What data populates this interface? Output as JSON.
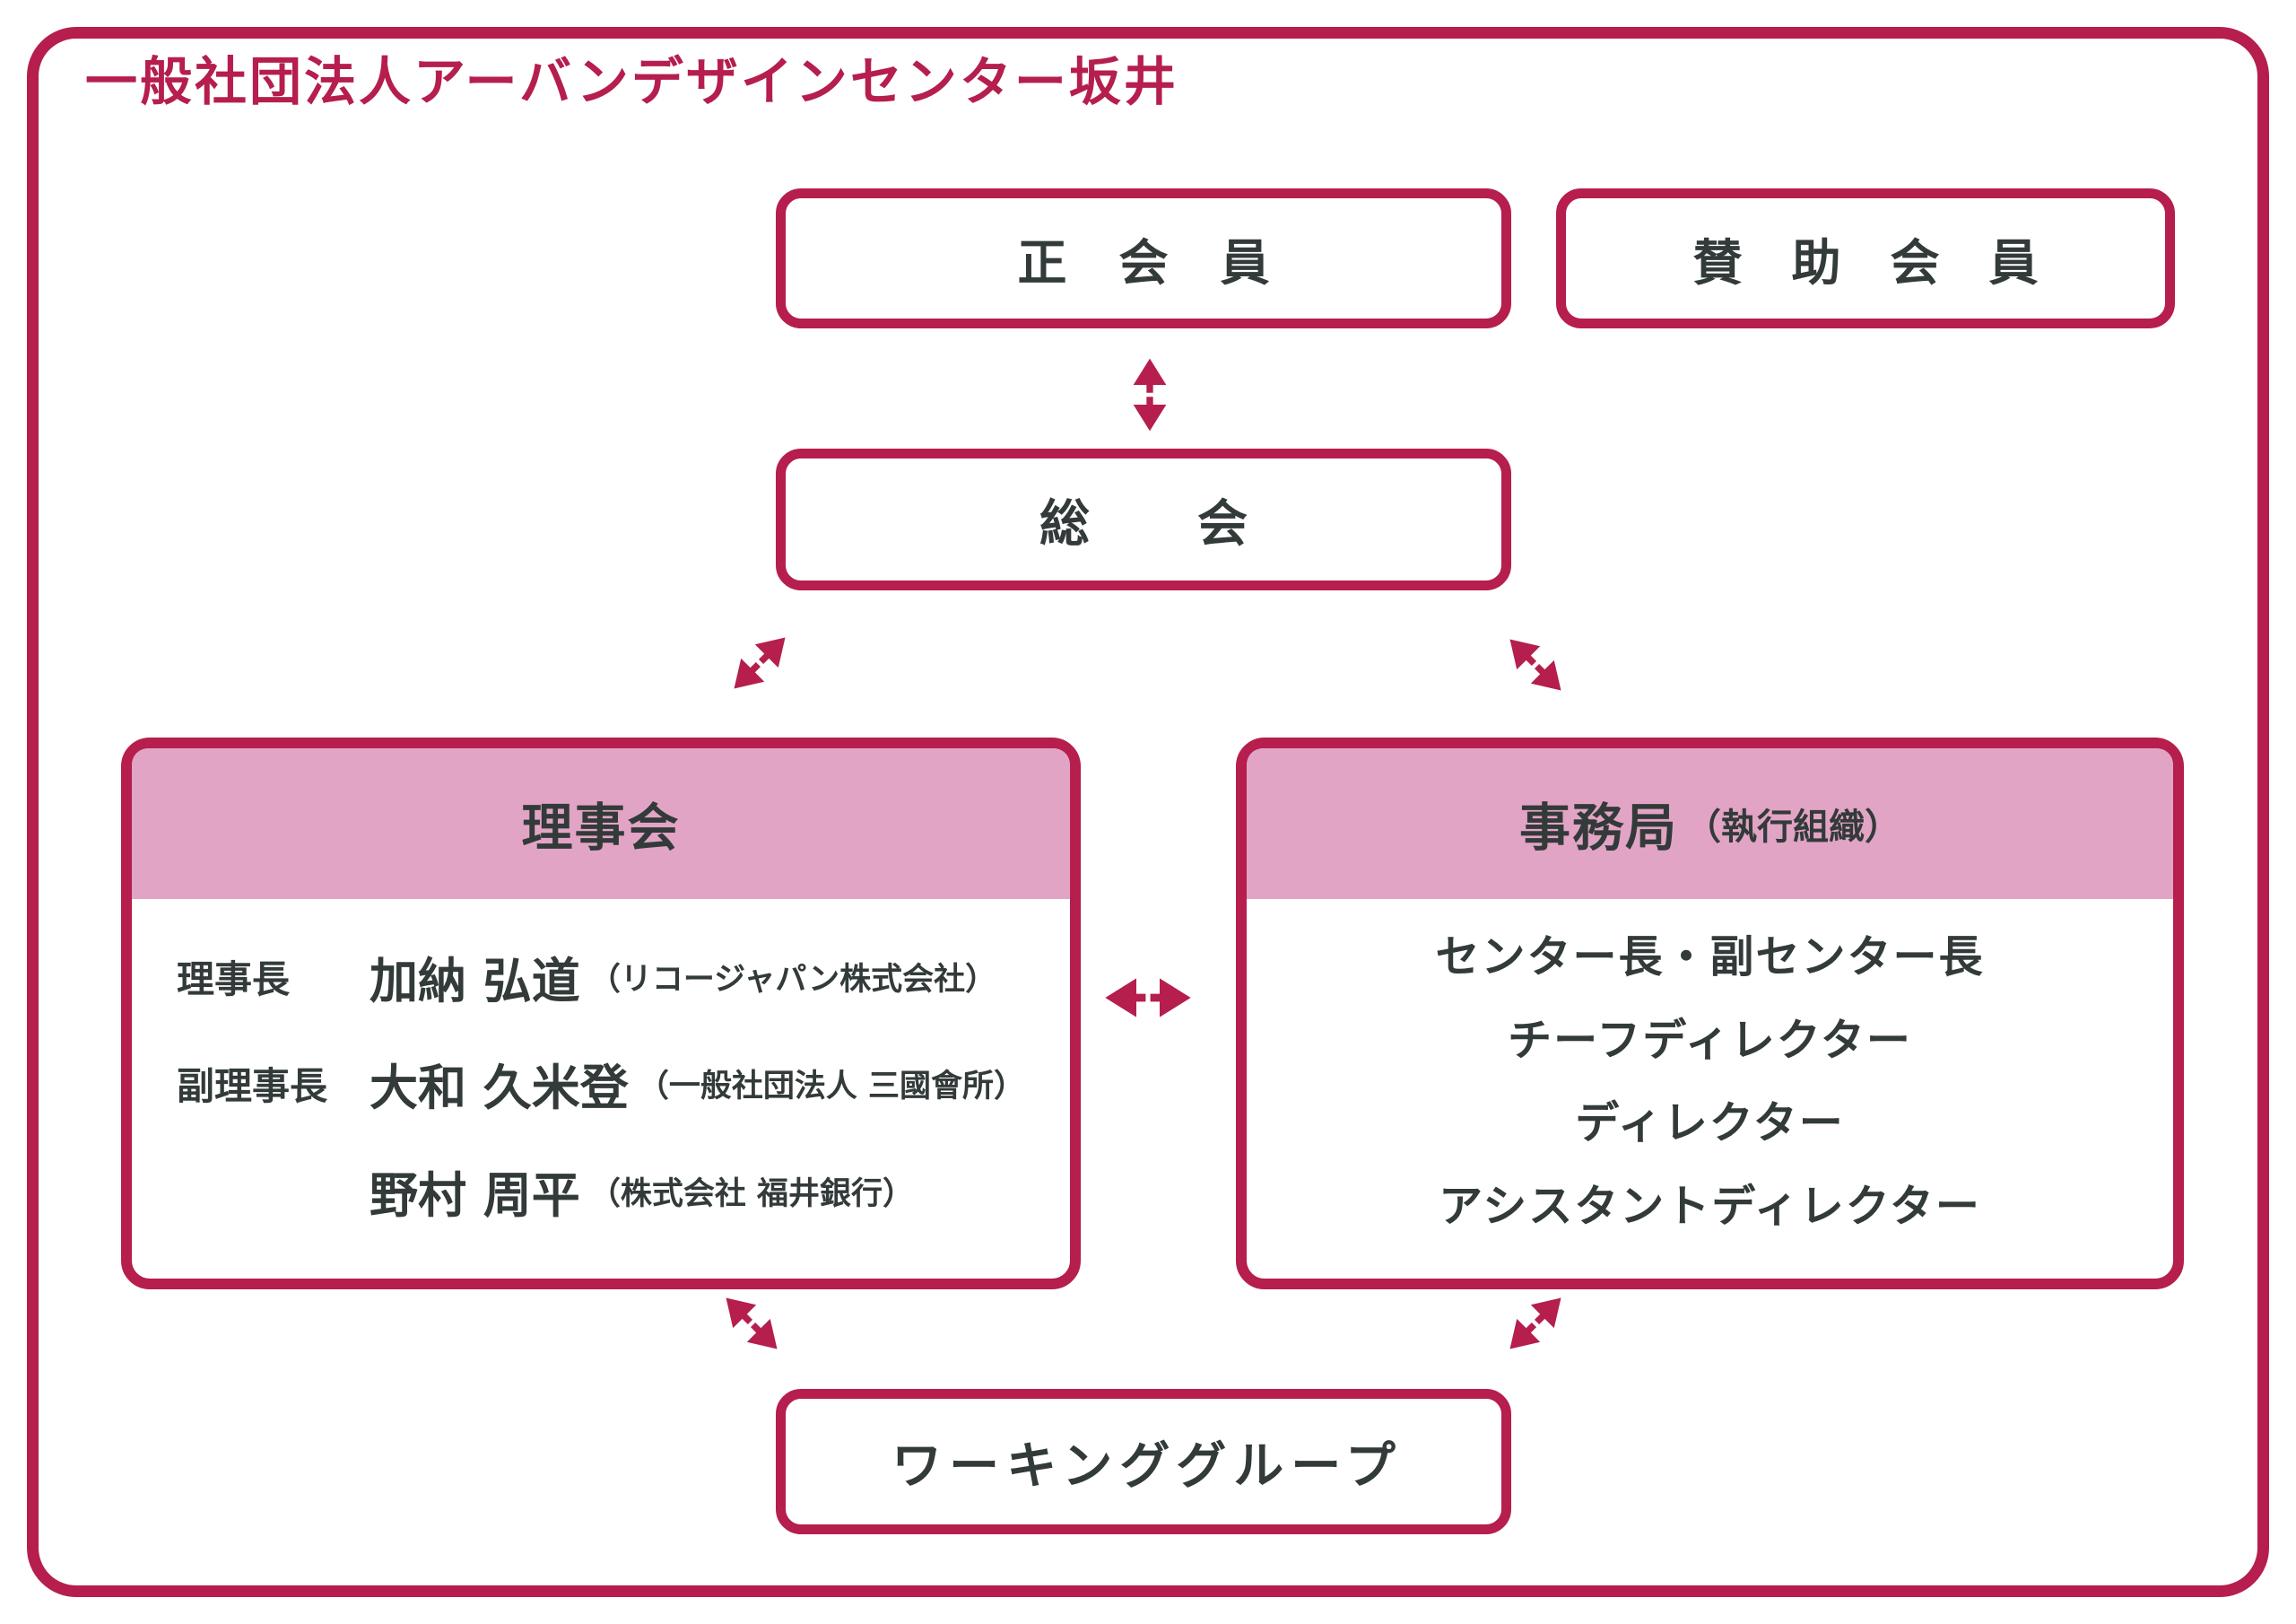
{
  "title": "一般社団法人アーバンデザインセンター坂井",
  "colors": {
    "accent_crimson": "#b51e4d",
    "header_pink": "#e2a4c5",
    "text_dark": "#333a3a",
    "background": "#ffffff"
  },
  "icons": {
    "vertical_double_arrow": "↕",
    "horizontal_double_arrow": "↔",
    "diagonal_double_arrow_ne_sw": "⤢",
    "diagonal_double_arrow_nw_se": "⤡"
  },
  "boxes": {
    "regular_member": {
      "label": "正会員"
    },
    "supporting_member": {
      "label": "賛助会員"
    },
    "general_assembly": {
      "label": "総会"
    },
    "board": {
      "title": "理事会",
      "members": [
        {
          "role": "理事長",
          "name": "加納 弘道",
          "affiliation": "（リコージャパン株式会社）"
        },
        {
          "role": "副理事長",
          "name": "大和 久米登",
          "affiliation": "（一般社団法人 三國會所）"
        },
        {
          "role": "",
          "name": "野村 周平",
          "affiliation": "（株式会社 福井銀行）"
        }
      ]
    },
    "secretariat": {
      "title": "事務局",
      "note": "（執行組織）",
      "positions": [
        "センター長・副センター長",
        "チーフディレクター",
        "ディレクター",
        "アシスタントディレクター"
      ]
    },
    "working_group": {
      "label": "ワーキンググループ"
    }
  }
}
